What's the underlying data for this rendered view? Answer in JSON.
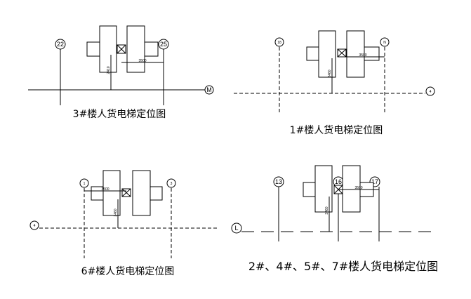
{
  "diagrams": {
    "d3": {
      "caption": "3#楼人货电梯定位图",
      "axis_left": "22",
      "axis_right": "25",
      "axis_row": "M",
      "dim_h": "3500",
      "dim_v": "2410"
    },
    "d1": {
      "caption": "1#楼人货电梯定位图",
      "axis_left": "18",
      "axis_right": "N",
      "axis_row": "4",
      "dim_h": "3500",
      "dim_v": "3460"
    },
    "d6": {
      "caption": "6#楼人货电梯定位图",
      "axis_left": "1",
      "axis_right": "3",
      "axis_row": "4",
      "dim_h": "3500",
      "dim_v": "3460"
    },
    "d2457": {
      "caption": "2#、4#、5#、7#楼人货电梯定位图",
      "axis_left": "13",
      "axis_mid": "16",
      "axis_right": "17",
      "axis_row": "L",
      "dim_h": "3500",
      "dim_v": "3460"
    }
  }
}
